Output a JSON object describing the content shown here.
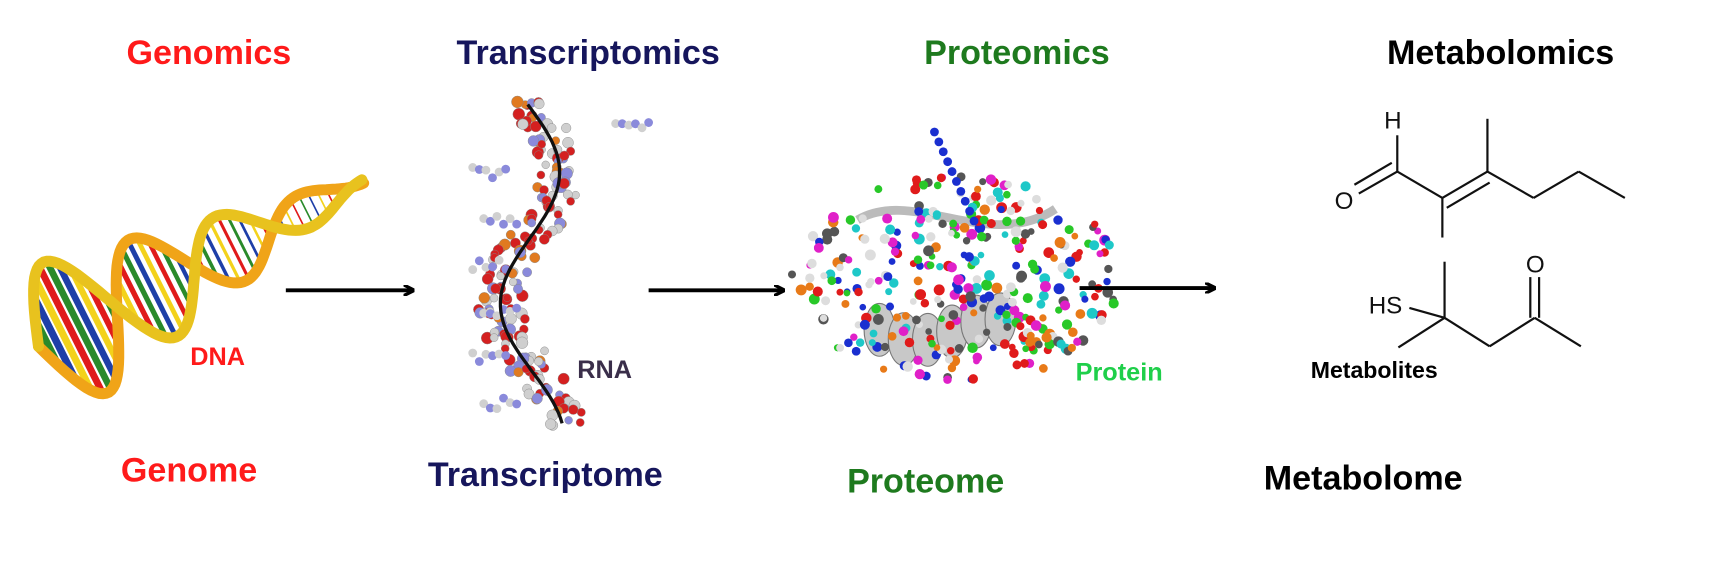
{
  "columns": [
    {
      "field": "Genomics",
      "molecule": "DNA",
      "collection": "Genome",
      "color": "#ff1a1a"
    },
    {
      "field": "Transcriptomics",
      "molecule": "RNA",
      "collection": "Transcriptome",
      "color": "#16165c",
      "molecule_color": "#3a2e4a"
    },
    {
      "field": "Proteomics",
      "molecule": "Protein",
      "collection": "Proteome",
      "color": "#1e7a1e",
      "molecule_color": "#1fcf4a"
    },
    {
      "field": "Metabolomics",
      "molecule": "Metabolites",
      "collection": "Metabolome",
      "color": "#000000"
    }
  ],
  "chem_atoms": {
    "h": "H",
    "o1": "O",
    "hs": "HS",
    "o2": "O"
  }
}
